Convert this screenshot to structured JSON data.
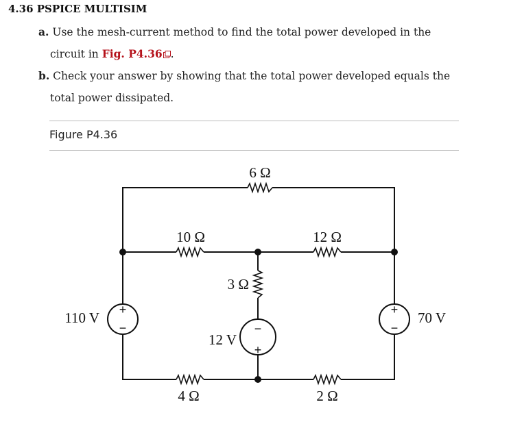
{
  "problem": {
    "heading": "4.36 PSPICE MULTISIM",
    "part_a": {
      "letter": "a.",
      "text_line1": "Use the mesh-current method to find the total power developed in the",
      "text_line2_prefix": "circuit in ",
      "figure_link": "Fig. P4.36",
      "text_line2_suffix": "."
    },
    "part_b": {
      "letter": "b.",
      "text_line1": "Check your answer by showing that the total power developed equals the",
      "text_line2": "total power dissipated."
    }
  },
  "figure": {
    "caption": "Figure P4.36",
    "colors": {
      "link": "#b5121b",
      "wire": "#111111",
      "rule": "#bbbbbb"
    },
    "components": {
      "r_top": "6 Ω",
      "r_mid_left": "10 Ω",
      "r_mid_right": "12 Ω",
      "r_center": "3 Ω",
      "r_bottom_left": "4 Ω",
      "r_bottom_right": "2 Ω",
      "source_left": "110 V",
      "source_center": "12 V",
      "source_right": "70 V"
    },
    "signs": {
      "plus": "+",
      "minus": "−"
    }
  }
}
